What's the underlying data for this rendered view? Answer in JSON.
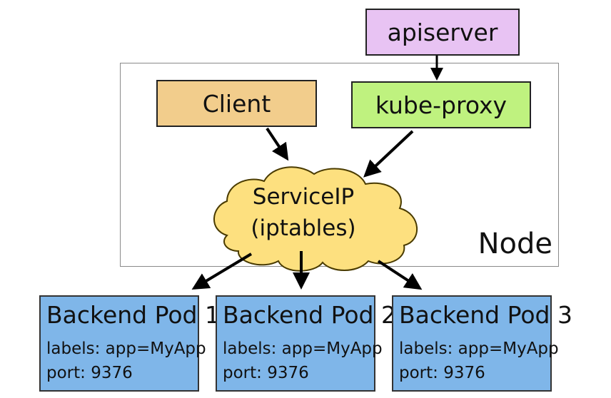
{
  "apiserver": {
    "label": "apiserver"
  },
  "node": {
    "label": "Node"
  },
  "client": {
    "label": "Client"
  },
  "kube_proxy": {
    "label": "kube-proxy"
  },
  "service": {
    "line1": "ServiceIP",
    "line2": "(iptables)"
  },
  "pods": [
    {
      "title": "Backend Pod 1",
      "labels": "labels: app=MyApp",
      "port": "port: 9376"
    },
    {
      "title": "Backend Pod 2",
      "labels": "labels: app=MyApp",
      "port": "port: 9376"
    },
    {
      "title": "Backend Pod 3",
      "labels": "labels: app=MyApp",
      "port": "port: 9376"
    }
  ],
  "colors": {
    "apiserver": "#e8c3f3",
    "client": "#f2cd8c",
    "kube_proxy": "#bff27f",
    "service_cloud": "#fde07f",
    "pod": "#7fb6e9"
  }
}
